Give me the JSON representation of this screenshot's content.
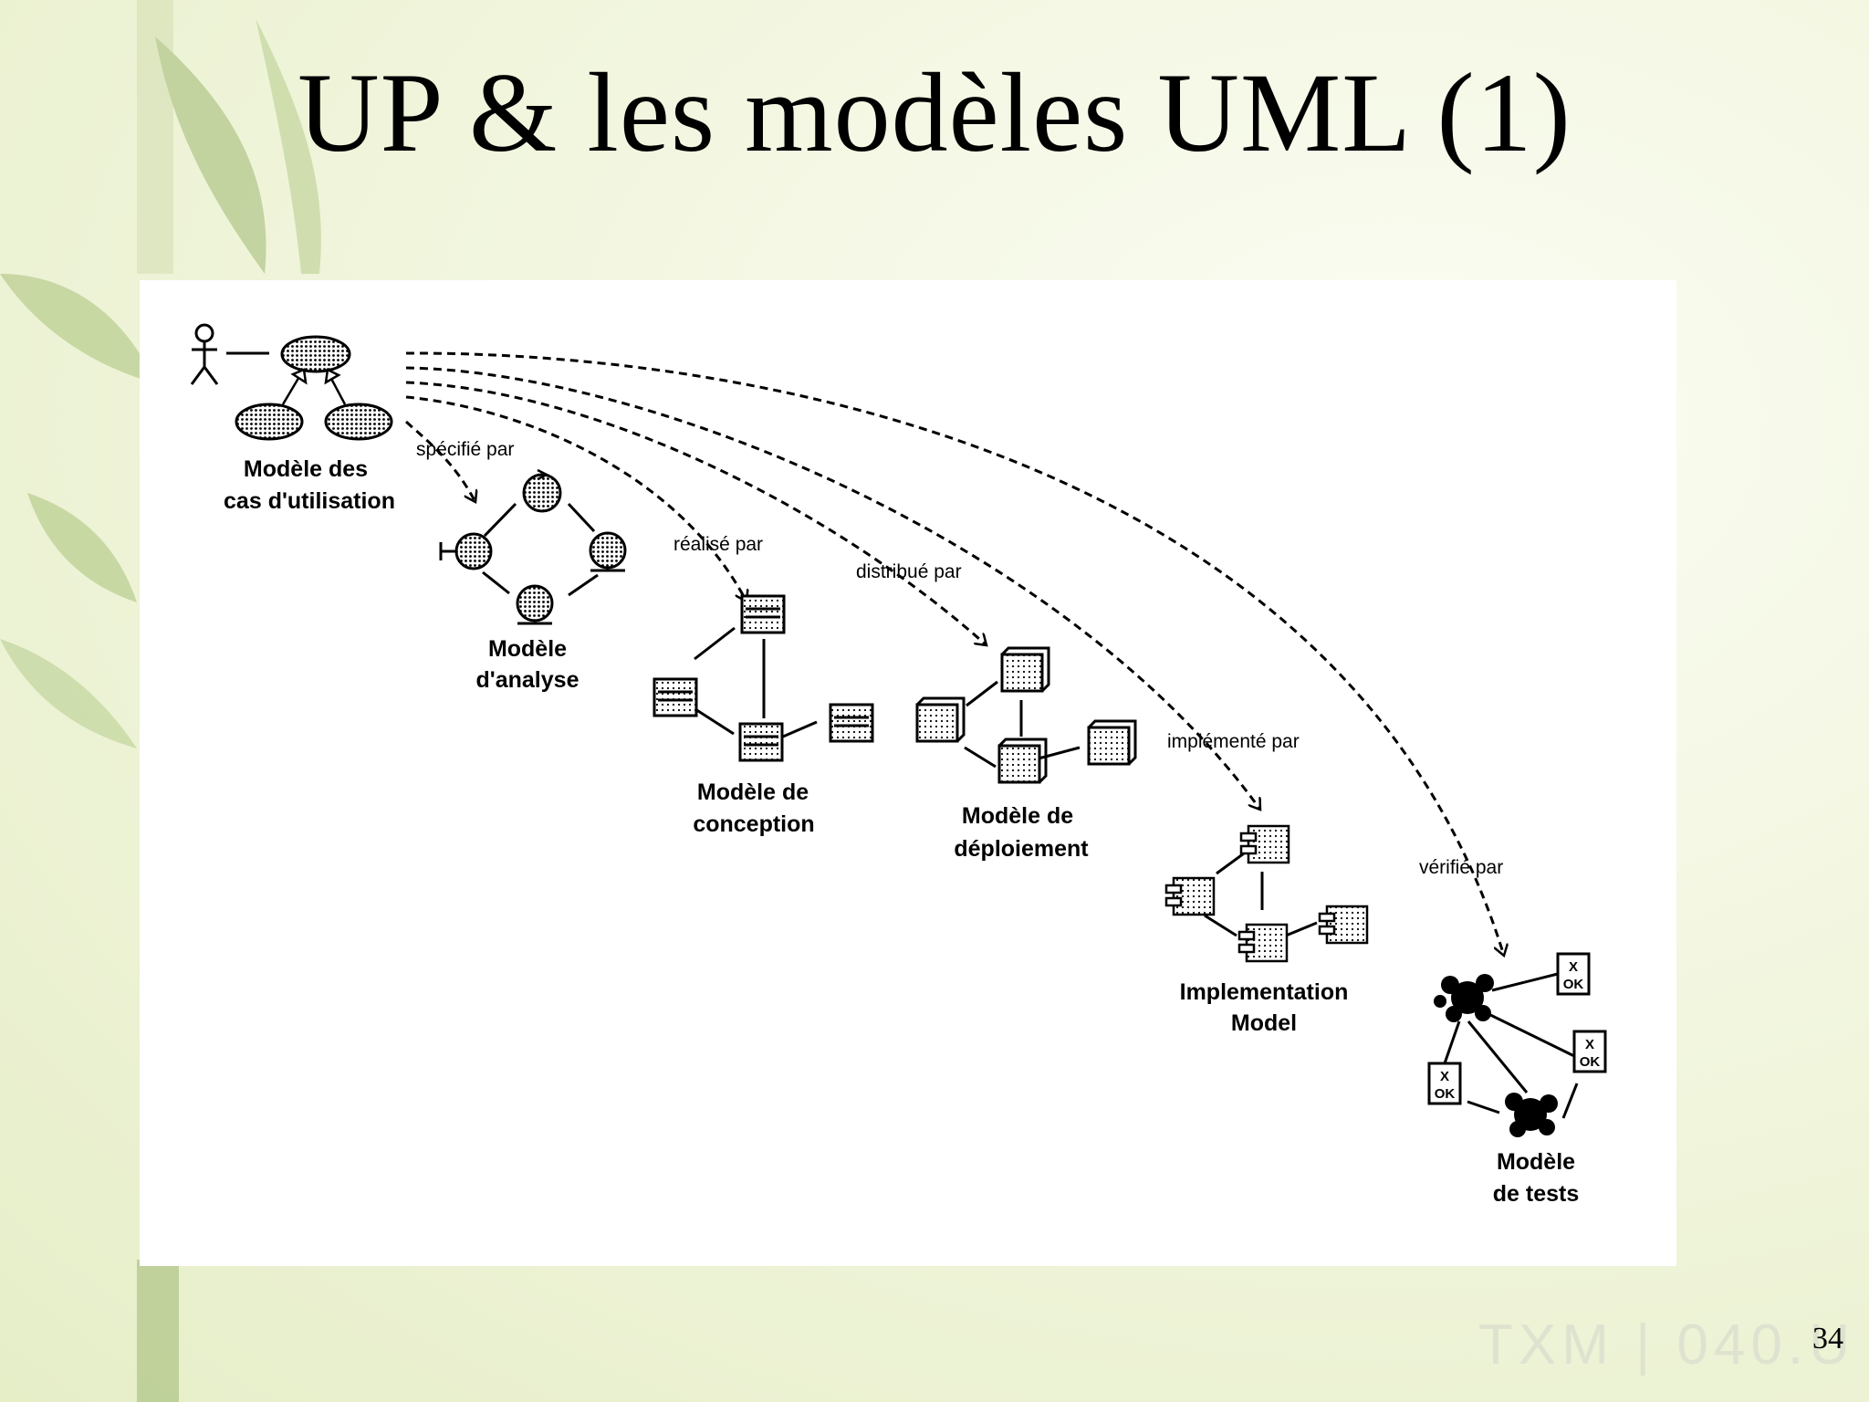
{
  "slide": {
    "title": "UP & les modèles UML (1)",
    "page_number": "34",
    "watermark": "TXM | 040.U"
  },
  "diagram": {
    "models": {
      "use_case": [
        "Modèle des",
        "cas d'utilisation"
      ],
      "analysis": [
        "Modèle",
        "d'analyse"
      ],
      "design": [
        "Modèle de",
        "conception"
      ],
      "deployment": [
        "Modèle de",
        "déploiement"
      ],
      "implementation": [
        "Implementation",
        "Model"
      ],
      "test": [
        "Modèle",
        "de tests"
      ]
    },
    "relations": {
      "specified_by": "spécifié par",
      "realized_by": "réalisé par",
      "distributed_by": "distribué par",
      "implemented_by": "implémenté par",
      "verified_by": "vérifié par"
    },
    "test_case_icon": {
      "x": "X",
      "ok": "OK"
    }
  },
  "colors": {
    "background": "#eef3d8",
    "panel": "#ffffff",
    "ink": "#000000",
    "dotted_fill": "#8a8a8a",
    "leaf": "#a9c27a"
  }
}
